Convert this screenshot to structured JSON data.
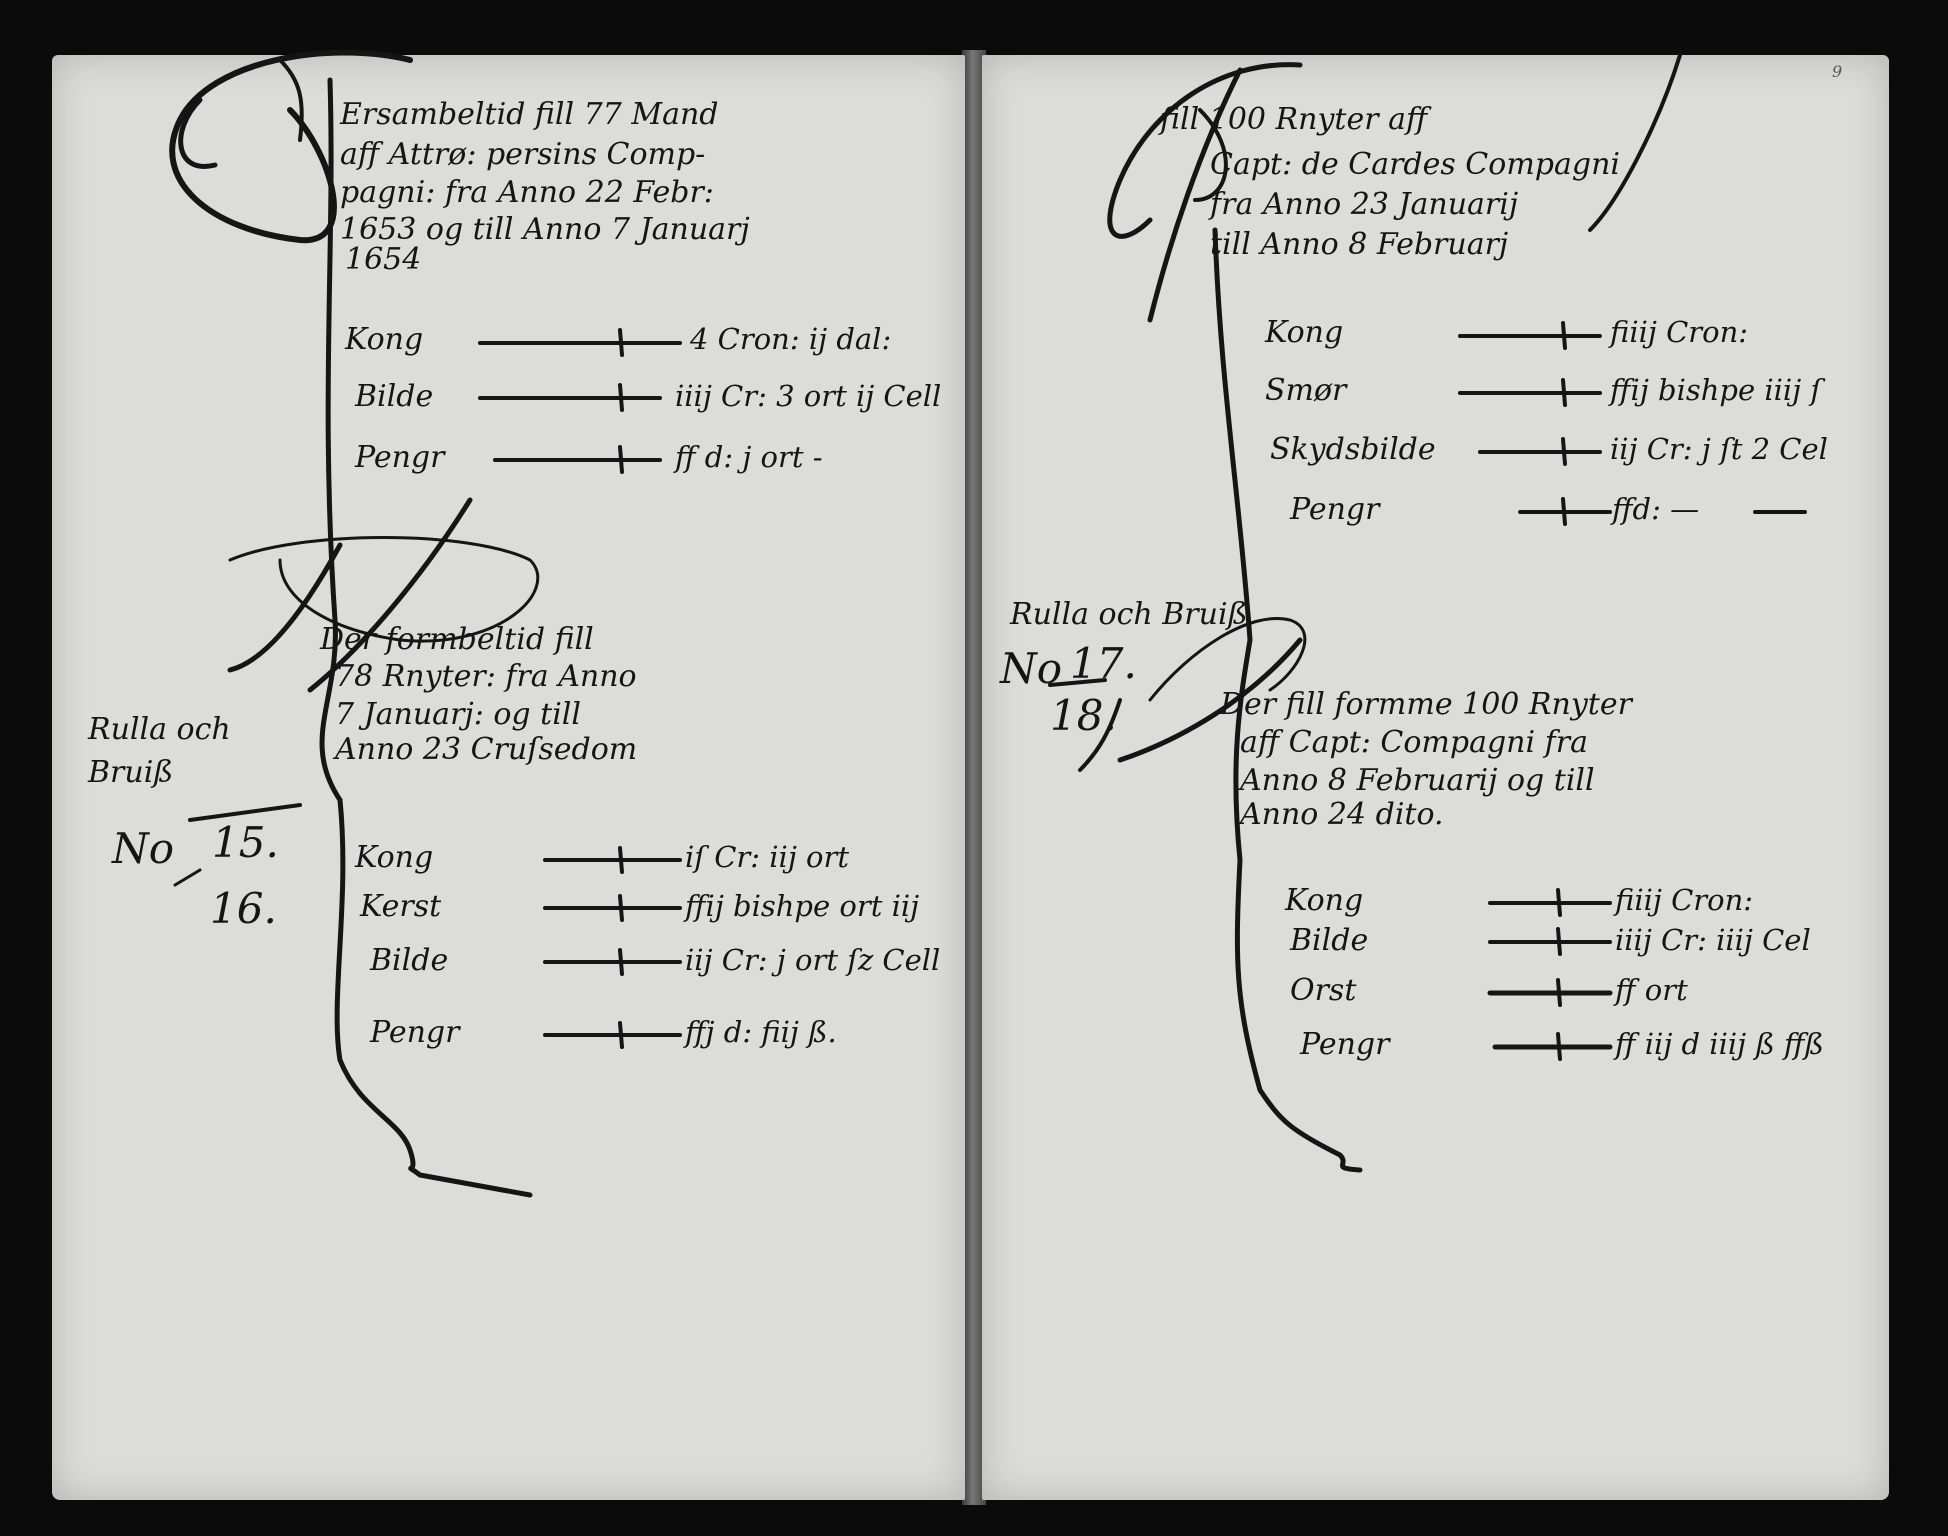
{
  "folio_number": "9",
  "left_page": {
    "sections": [
      {
        "heading_lines": [
          "Ersambeltid fill 77 Mand",
          "aff Attrø: persins Comp-",
          "pagni: fra Anno 22 Febr:",
          "1653 og till Anno 7 Januarj",
          "1654"
        ],
        "entries": [
          {
            "label": "Kong",
            "value": "4 Cron: ij dal:"
          },
          {
            "label": "Bilde",
            "value": "iiij Cr: 3 ort ij Cell"
          },
          {
            "label": "Pengr",
            "value": "ff d: j ort -"
          }
        ]
      },
      {
        "heading_lines": [
          "Der formbeltid fill",
          "78 Rnyter: fra Anno",
          "7 Januarj: og till",
          "Anno 23 Cruſsedom"
        ],
        "entries": [
          {
            "label": "Kong",
            "value": "iſ Cr: iij ort"
          },
          {
            "label": "Kerst",
            "value": "ffij bishpe ort iij"
          },
          {
            "label": "Bilde",
            "value": "iij Cr: j ort ſz Cell"
          },
          {
            "label": "Pengr",
            "value": "ffj d: fiij ß."
          }
        ]
      }
    ],
    "margin_note_lines": [
      "Rulla och",
      "Bruiß"
    ],
    "number_ref": {
      "prefix": "No",
      "top": "15.",
      "bottom": "16."
    }
  },
  "right_page": {
    "sections": [
      {
        "heading_lines": [
          "fill 100 Rnyter aff",
          "Capt: de Cardes Compagni",
          "fra Anno 23 Januarij",
          "till Anno 8 Februarj"
        ],
        "entries": [
          {
            "label": "Kong",
            "value": "fiiij Cron:"
          },
          {
            "label": "Smør",
            "value": "ffij bishpe iiij ſ"
          },
          {
            "label": "Skydsbilde",
            "value": "iij Cr: j ſt 2 Cel"
          },
          {
            "label": "Pengr",
            "value": "ffd: —"
          }
        ]
      },
      {
        "heading_lines": [
          "Der fill formme 100 Rnyter",
          "aff Capt: Compagni fra",
          "Anno 8 Februarij og till",
          "Anno 24 dito."
        ],
        "entries": [
          {
            "label": "Kong",
            "value": "fiiij Cron:"
          },
          {
            "label": "Bilde",
            "value": "iiij Cr: iiij Cel"
          },
          {
            "label": "Orst",
            "value": "ff ort"
          },
          {
            "label": "Pengr",
            "value": "ff iij d iiij ß ffß"
          }
        ]
      }
    ],
    "margin_note_lines": [
      "Rulla och Bruiß"
    ],
    "number_ref": {
      "prefix": "No",
      "top": "17.",
      "bottom": "18."
    }
  }
}
